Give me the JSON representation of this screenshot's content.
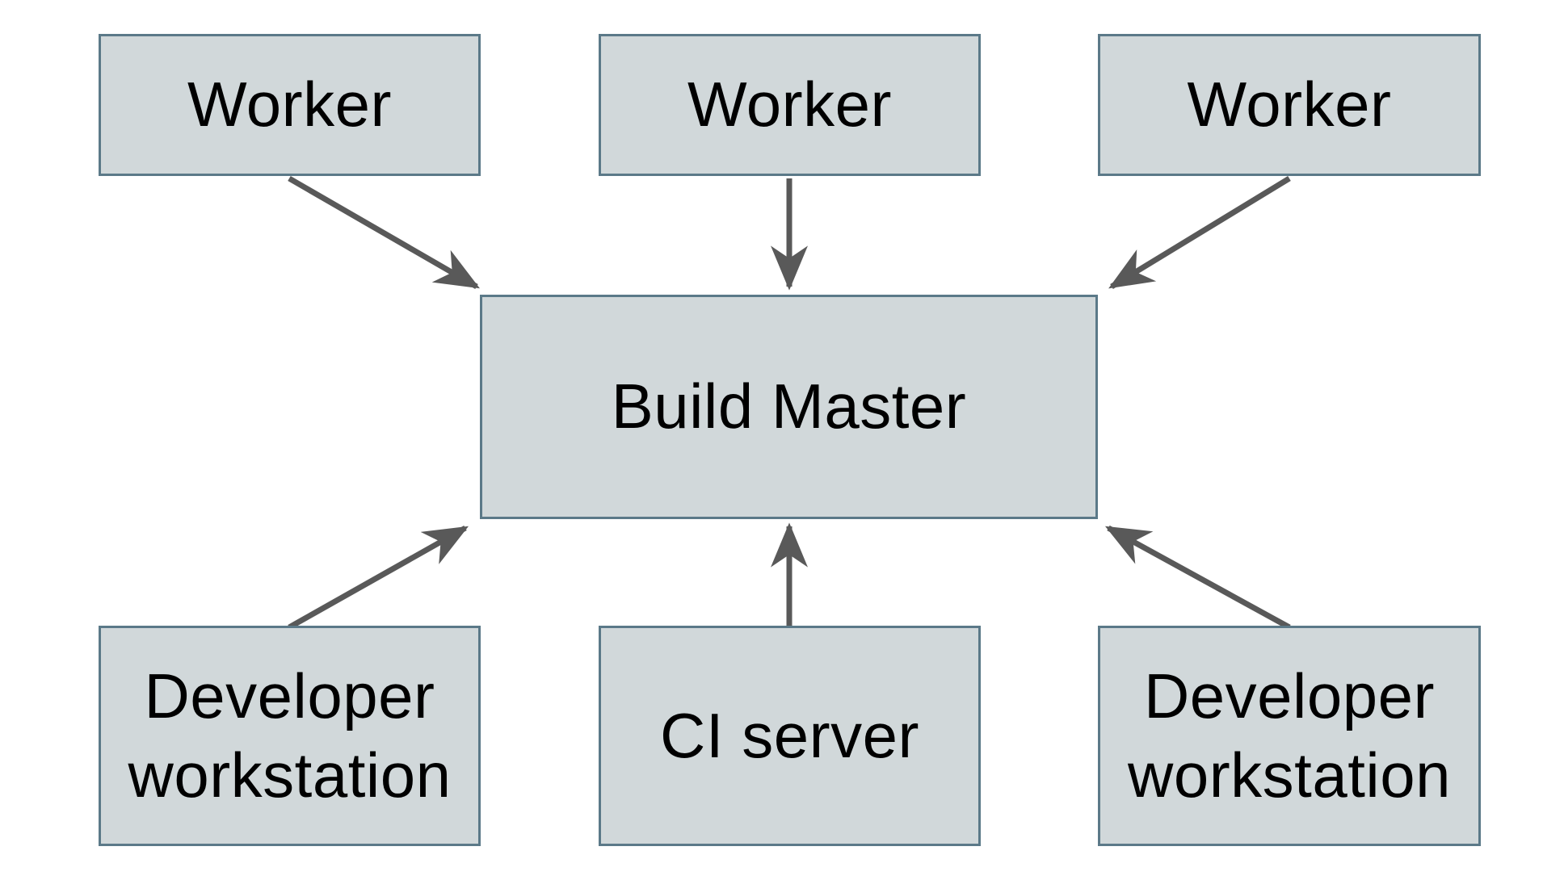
{
  "diagram": {
    "title_hint": "Build Master distributed build diagram",
    "colors": {
      "background": "#ffffff",
      "node_fill": "#d1d8da",
      "node_border": "#5b7988",
      "node_text": "#000000",
      "arrow": "#595959"
    },
    "nodes": [
      {
        "id": "worker-1",
        "label": "Worker"
      },
      {
        "id": "worker-2",
        "label": "Worker"
      },
      {
        "id": "worker-3",
        "label": "Worker"
      },
      {
        "id": "build-master",
        "label": "Build Master"
      },
      {
        "id": "dev-left",
        "label": "Developer workstation"
      },
      {
        "id": "ci-server",
        "label": "CI server"
      },
      {
        "id": "dev-right",
        "label": "Developer workstation"
      }
    ],
    "edges": [
      {
        "from": "worker-1",
        "to": "build-master"
      },
      {
        "from": "worker-2",
        "to": "build-master"
      },
      {
        "from": "worker-3",
        "to": "build-master"
      },
      {
        "from": "dev-left",
        "to": "build-master"
      },
      {
        "from": "ci-server",
        "to": "build-master"
      },
      {
        "from": "dev-right",
        "to": "build-master"
      }
    ]
  }
}
